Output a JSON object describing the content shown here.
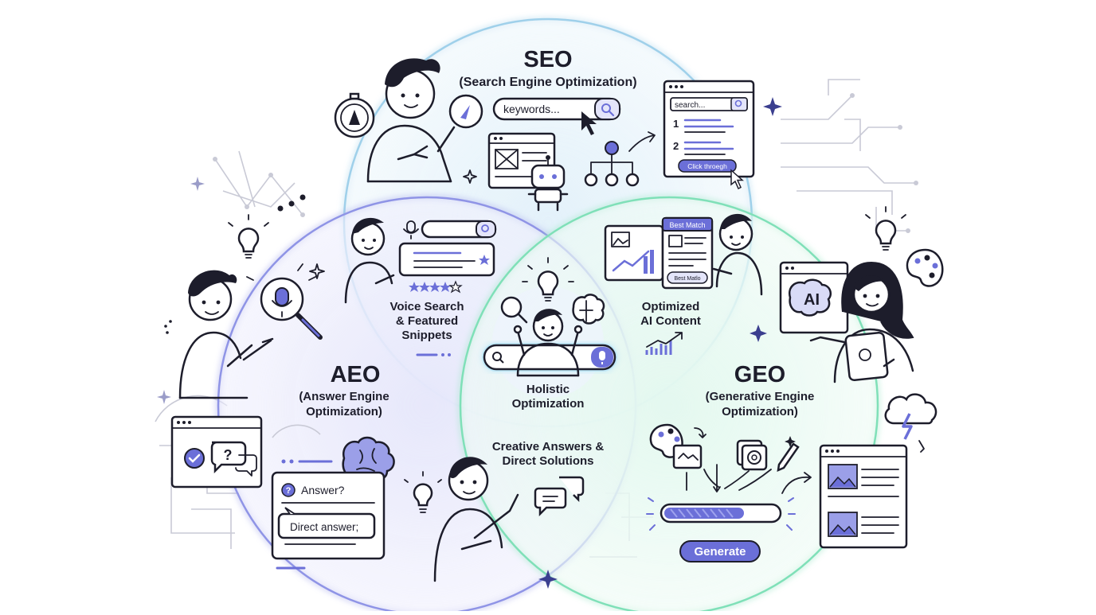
{
  "colors": {
    "seo_circle": "#9fd0ea",
    "aeo_circle": "#8f94e6",
    "geo_circle": "#7fe0b8",
    "accent": "#6b6fd8",
    "ink": "#1d1d2b"
  },
  "seo": {
    "title": "SEO",
    "subtitle": "(Search Engine Optimization)",
    "search_text": "keywords...",
    "results_search_text": "search...",
    "result_numbers": [
      "1",
      "2"
    ],
    "click_button": "Click throegh"
  },
  "aeo": {
    "title": "AEO",
    "subtitle_line1": "(Answer Engine",
    "subtitle_line2": "Optimization)",
    "answer_question": "Answer?",
    "direct_answer": "Direct answer;",
    "question_mark": "?"
  },
  "geo": {
    "title": "GEO",
    "subtitle_line1": "(Generative Engine",
    "subtitle_line2": "Optimization)",
    "generate_button": "Generate",
    "ai_badge": "AI"
  },
  "overlaps": {
    "seo_aeo": [
      "Voice Search",
      "& Featured",
      "Snippets"
    ],
    "seo_geo": [
      "Optimized",
      "AI Content"
    ],
    "aeo_geo": [
      "Creative Answers &",
      "Direct Solutions"
    ],
    "center": [
      "Holistic",
      "Optimization"
    ],
    "best_match_top": "Best Match",
    "best_match_bottom": "Best Matlo"
  },
  "icons": [
    "compass-icon",
    "robot-icon",
    "sitemap-icon",
    "lightbulb-icon",
    "microphone-icon",
    "magnifier-icon",
    "brain-icon",
    "star-icon",
    "sparkle-icon",
    "palette-icon",
    "cloud-lightning-icon",
    "pencil-icon",
    "chat-bubbles-icon",
    "check-icon",
    "cursor-icon"
  ]
}
